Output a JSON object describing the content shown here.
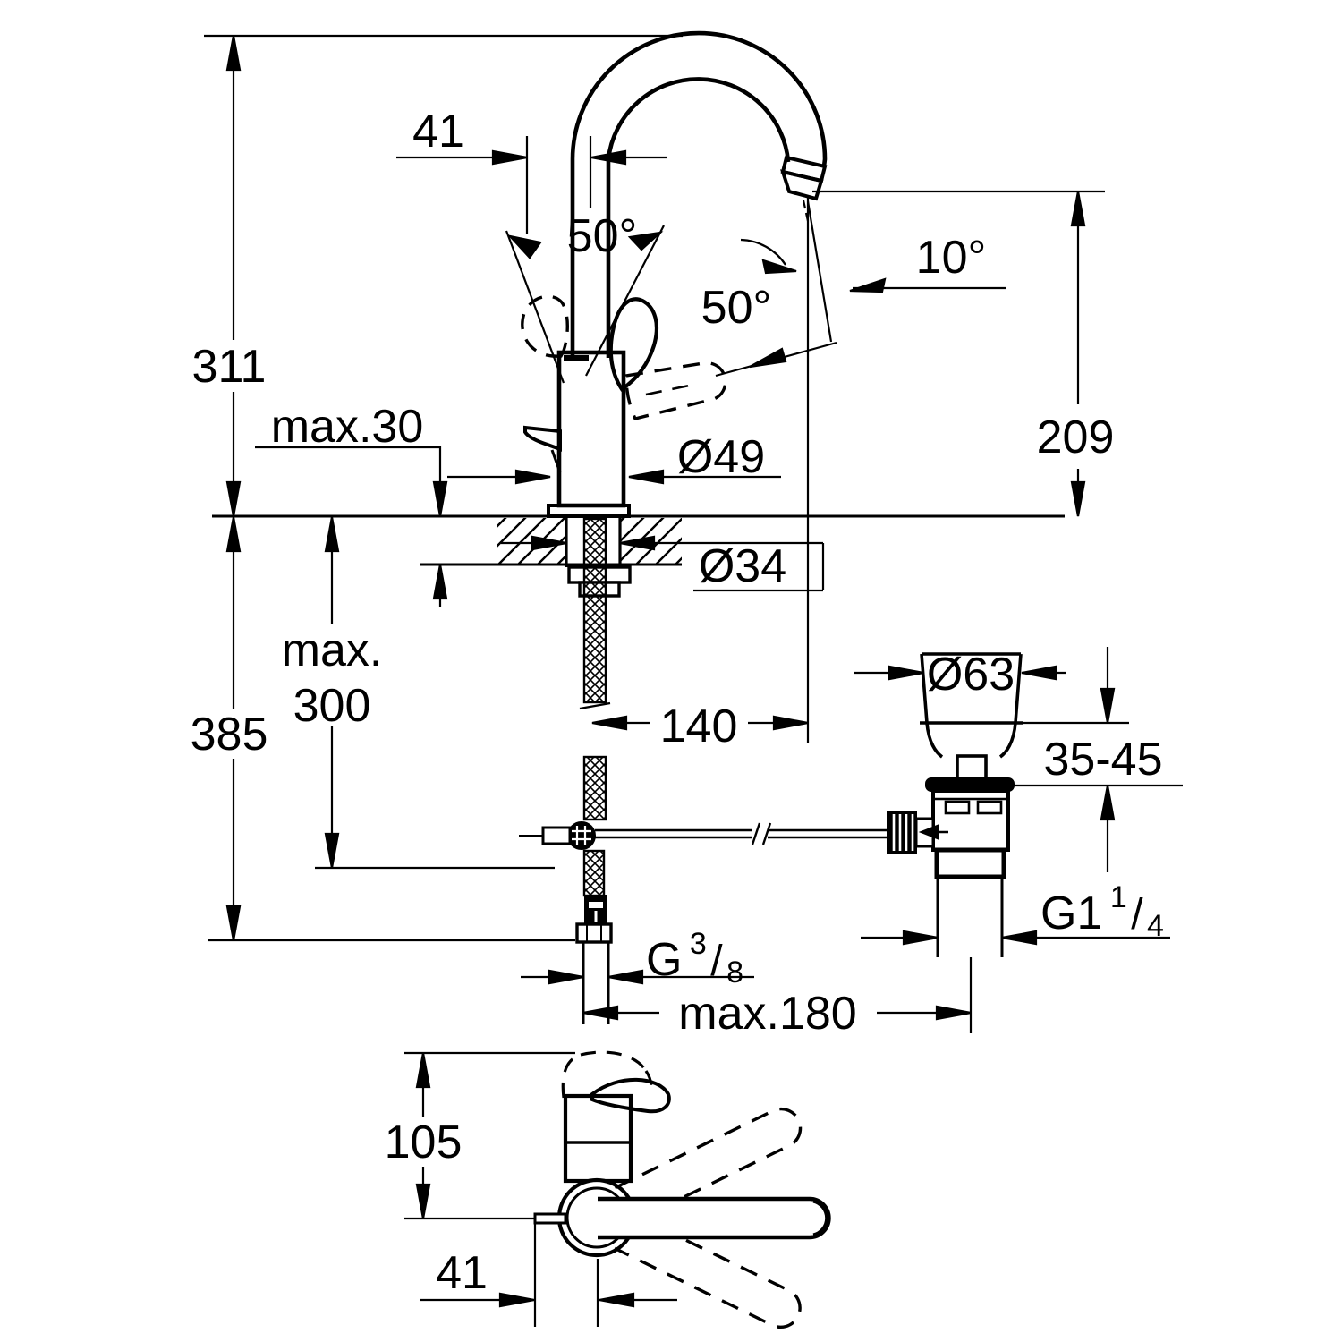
{
  "drawing": {
    "type": "technical-dimension-drawing",
    "subject": "single-lever basin mixer faucet with pop-up waste, installation dimensions (mm)",
    "background_color": "#ffffff",
    "line_color": "#000000",
    "labels": {
      "total_height": "311",
      "top_offset": "41",
      "handle_angle_a": "50°",
      "handle_angle_b": "50°",
      "spout_angle": "10°",
      "spout_outlet_height": "209",
      "deck_thickness": "max.30",
      "base_diameter": "Ø49",
      "hole_diameter": "Ø34",
      "hose_max_word": "max.",
      "hose_max_value": "300",
      "below_deck_depth": "385",
      "spout_reach": "140",
      "waste_flange_diameter": "Ø63",
      "basin_thickness_range": "35-45",
      "waste_thread": {
        "base": "G1",
        "sup": "1",
        "slash": "/",
        "sub": "4"
      },
      "supply_thread": {
        "base": "G",
        "sup": "3",
        "slash": "/",
        "sub": "8"
      },
      "drain_offset": "max.180",
      "plan_depth": "105",
      "plan_offset": "41"
    }
  }
}
